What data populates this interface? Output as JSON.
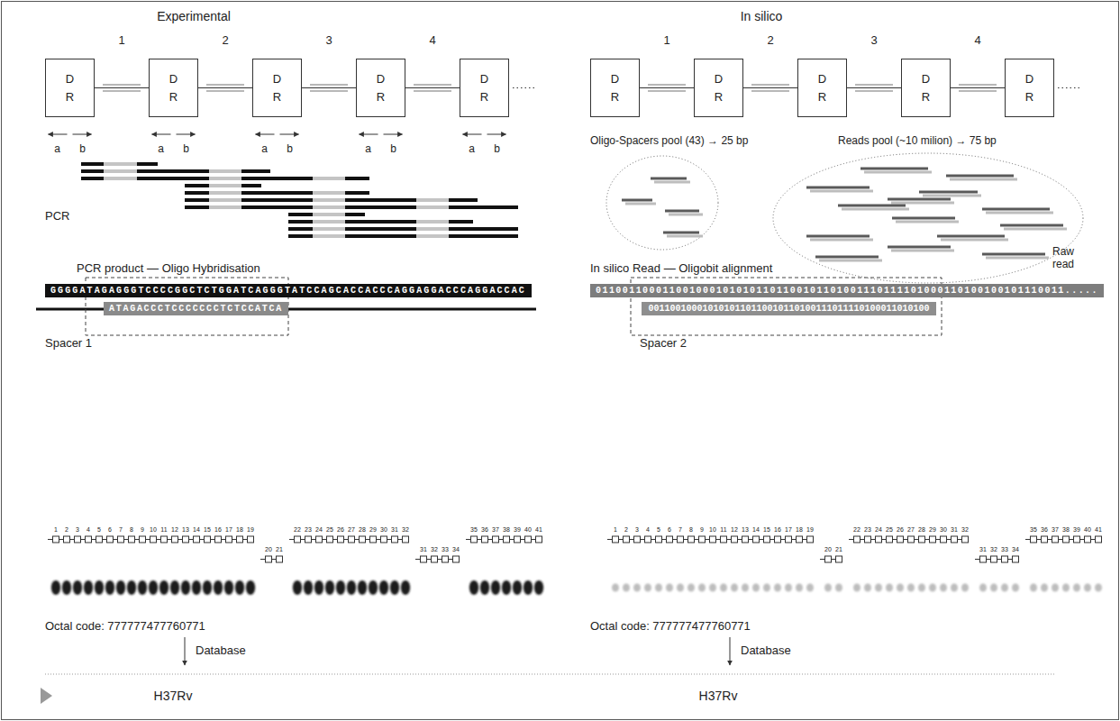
{
  "diagram": {
    "nodes": [
      {
        "text": [
          "D R"
        ]
      },
      {
        "text": [
          "D R"
        ]
      },
      {
        "text": [
          "D R"
        ]
      },
      {
        "text": [
          "D R"
        ]
      },
      {
        "text": [
          "D R"
        ]
      },
      {
        "text": [
          "D R"
        ]
      },
      {
        "text": [
          "D R"
        ]
      },
      {
        "text": [
          "D R"
        ]
      },
      {
        "text": [
          "D R"
        ]
      },
      {
        "text": [
          "D R"
        ]
      },
      {
        "text": [
          "GGGGATAGAGGGTCCCCGGCTCTGGATCAGGGTATCCAGCACCACCCAGGAGGACCCAGGACCAC"
        ]
      },
      {
        "text": [
          "ATAGACCCTCCCCCCCTCTCCATCA"
        ]
      },
      {
        "text": [
          "0110011000110010001010101101100101101001110111101000110100100101110011....."
        ]
      },
      {
        "text": [
          "0011001000101010110110010110100111011110100011010100"
        ]
      }
    ],
    "edges": [
      {
        "from": 0,
        "to": 1,
        "arrow": "none",
        "label": "1"
      },
      {
        "from": 1,
        "to": 2,
        "arrow": "none",
        "label": "2"
      },
      {
        "from": 2,
        "to": 3,
        "arrow": "none",
        "label": "3"
      },
      {
        "from": 3,
        "to": 4,
        "arrow": "none",
        "label": "4"
      },
      {
        "from": 5,
        "to": 6,
        "arrow": "none",
        "label": "1"
      },
      {
        "from": 6,
        "to": 7,
        "arrow": "none",
        "label": "2"
      },
      {
        "from": 7,
        "to": 8,
        "arrow": "none",
        "label": "3"
      },
      {
        "from": 8,
        "to": 9,
        "arrow": "none",
        "label": "4"
      }
    ],
    "labels": [
      "Experimental",
      "In silico",
      "a",
      "b",
      "a",
      "b",
      "a",
      "b",
      "a",
      "b",
      "a",
      "b",
      "PCR",
      "PCR product — Oligo Hybridisation",
      "Spacer 1",
      "1",
      "2",
      "3",
      "4",
      "5",
      "6",
      "7",
      "8",
      "9",
      "10",
      "11",
      "12",
      "13",
      "14",
      "15",
      "16",
      "17",
      "18",
      "19",
      "20",
      "21",
      "22",
      "23",
      "24",
      "25",
      "26",
      "27",
      "28",
      "29",
      "30",
      "31",
      "32",
      "31",
      "32",
      "33",
      "34",
      "35",
      "36",
      "37",
      "38",
      "39",
      "40",
      "41",
      "Octal code: 777777477760771",
      "Database",
      "H37Rv",
      "Oligo-Spacers pool (43) → 25 bp",
      "Reads pool (~10 milion) → 75 bp",
      "In silico Read — Oligobit alignment",
      "Raw read",
      "Spacer 2",
      "1",
      "2",
      "3",
      "4",
      "5",
      "6",
      "7",
      "8",
      "9",
      "10",
      "11",
      "12",
      "13",
      "14",
      "15",
      "16",
      "17",
      "18",
      "19",
      "20",
      "21",
      "22",
      "23",
      "24",
      "25",
      "26",
      "27",
      "28",
      "29",
      "30",
      "31",
      "32",
      "31",
      "32",
      "33",
      "34",
      "35",
      "36",
      "37",
      "38",
      "39",
      "40",
      "41",
      "Octal code: 777777477760771",
      "Database",
      "H37Rv"
    ]
  }
}
